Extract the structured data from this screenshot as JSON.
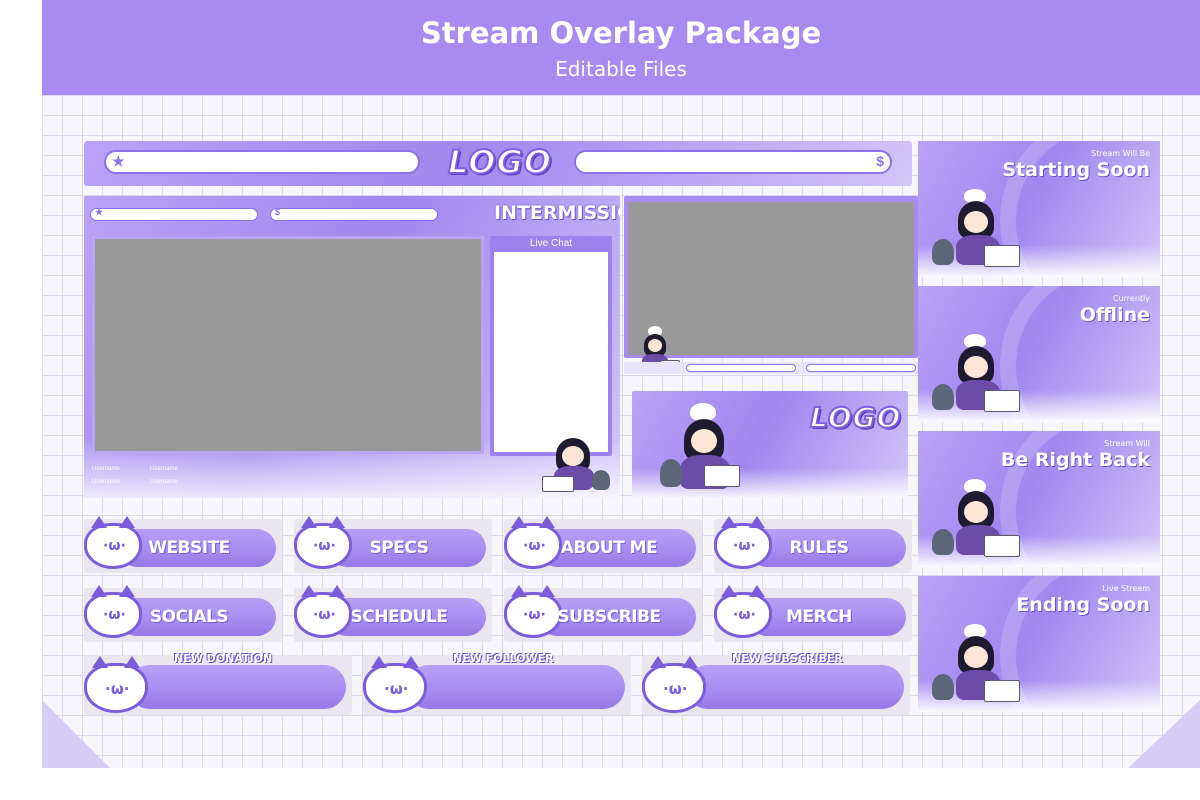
{
  "header": {
    "title": "Stream Overlay Package",
    "subtitle": "Editable Files"
  },
  "top_bar": {
    "logo": "LOGO",
    "left_icon": "star-icon",
    "right_icon": "dollar-icon"
  },
  "intermission": {
    "title": "INTERMISSION",
    "chat_title": "Live Chat",
    "usernames": [
      "Username",
      "Username",
      "Username",
      "Username"
    ]
  },
  "small_logo_panel": {
    "logo": "LOGO"
  },
  "screens": [
    {
      "small": "Stream Will Be",
      "big": "Starting Soon"
    },
    {
      "small": "Currently",
      "big": "Offline"
    },
    {
      "small": "Stream Will",
      "big": "Be Right Back"
    },
    {
      "small": "Live Stream",
      "big": "Ending Soon"
    }
  ],
  "panels": {
    "row1": [
      "WEBSITE",
      "SPECS",
      "ABOUT ME",
      "RULES"
    ],
    "row2": [
      "SOCIALS",
      "SCHEDULE",
      "SUBSCRIBE",
      "MERCH"
    ]
  },
  "alerts": [
    "NEW DONATION",
    "NEW FOLLOWER",
    "NEW SUBSCRIBER"
  ],
  "colors": {
    "banner": "#a78bf0",
    "accent": "#7b5ddc",
    "screen_gray": "#999999"
  }
}
